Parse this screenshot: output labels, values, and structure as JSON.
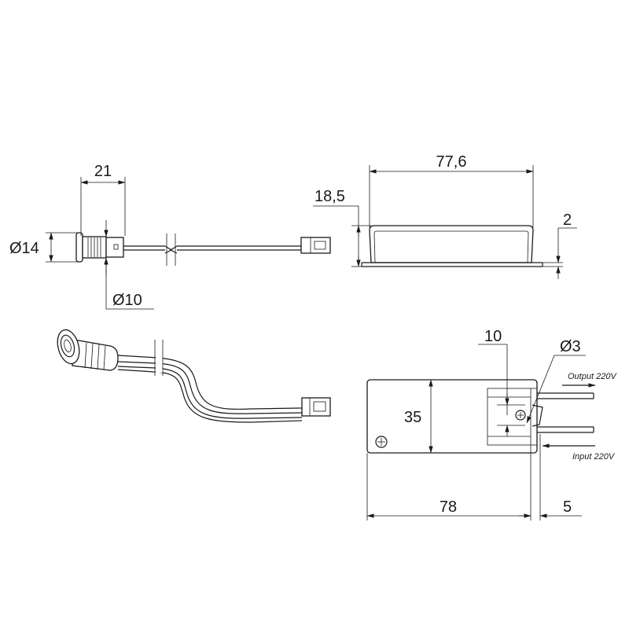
{
  "dimensions": {
    "sensor_length": "21",
    "sensor_flange_diameter": "Ø14",
    "sensor_body_diameter": "Ø10",
    "driver_length_top": "77,6",
    "driver_height": "18,5",
    "driver_foot_offset": "2",
    "terminal_width": "10",
    "hole_diameter": "Ø3",
    "driver_width": "35",
    "driver_length": "78",
    "terminal_protrusion": "5"
  },
  "labels": {
    "output": "Output 220V",
    "input": "Input 220V"
  }
}
